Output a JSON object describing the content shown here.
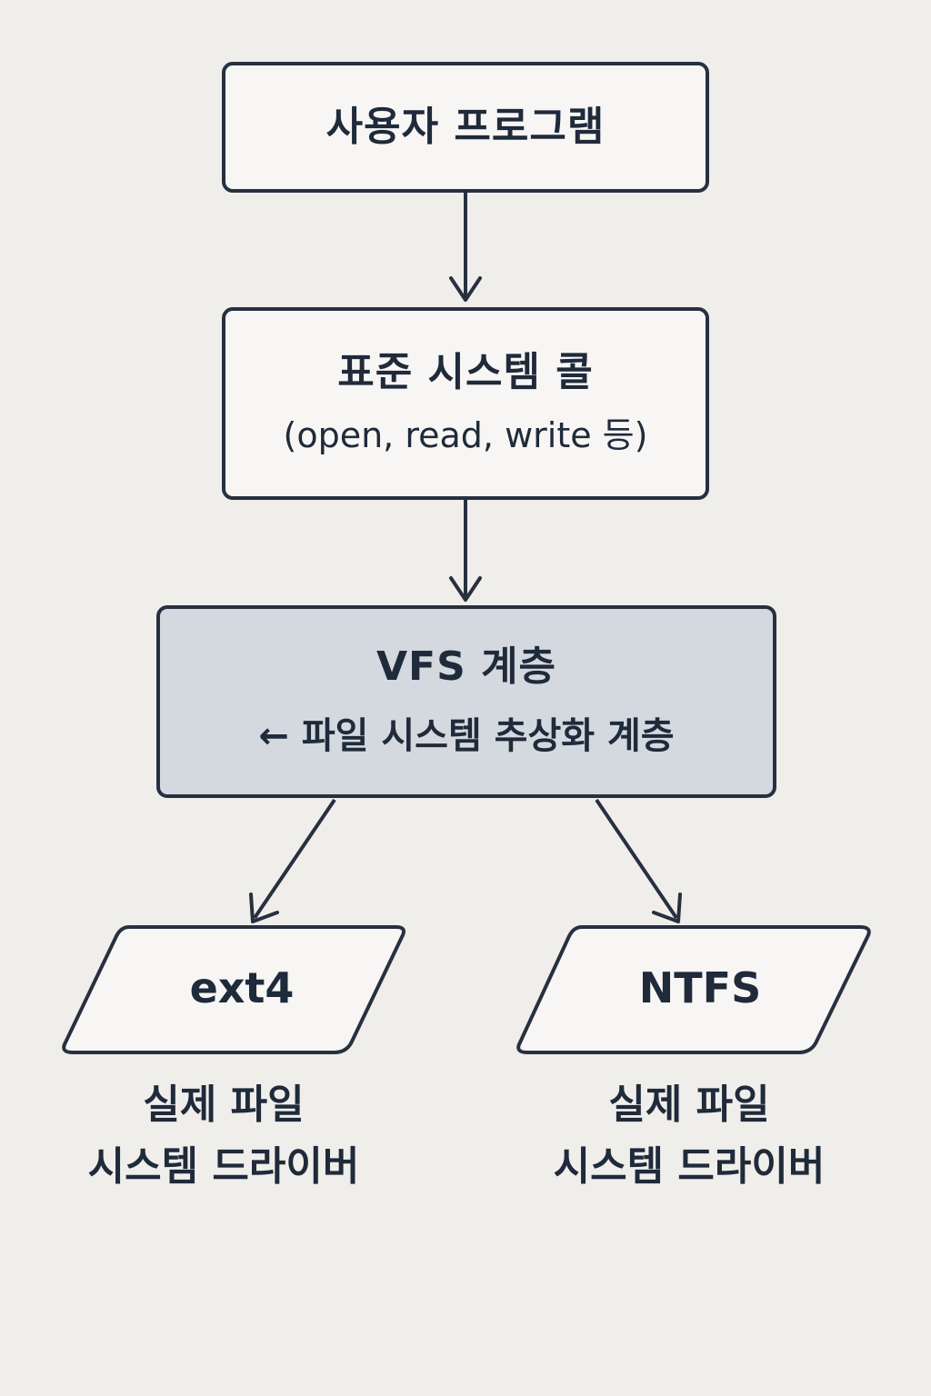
{
  "nodes": {
    "user_program": {
      "title": "사용자 프로그램"
    },
    "syscall": {
      "title": "표준 시스템 콜",
      "subtitle": "(open, read, write 등)"
    },
    "vfs": {
      "title": "VFS 계층",
      "subtitle": "← 파일 시스템 추상화 계층"
    },
    "ext4": {
      "label": "ext4",
      "caption_line1": "실제 파일",
      "caption_line2": "시스템 드라이버"
    },
    "ntfs": {
      "label": "NTFS",
      "caption_line1": "실제 파일",
      "caption_line2": "시스템 드라이버"
    }
  },
  "edges": [
    {
      "from": "user_program",
      "to": "syscall"
    },
    {
      "from": "syscall",
      "to": "vfs"
    },
    {
      "from": "vfs",
      "to": "ext4"
    },
    {
      "from": "vfs",
      "to": "ntfs"
    }
  ],
  "colors": {
    "background": "#f0eeeb",
    "stroke": "#27303f",
    "box_fill": "#f7f6f4",
    "vfs_fill": "#d3d9df",
    "text": "#1f2a3a"
  }
}
